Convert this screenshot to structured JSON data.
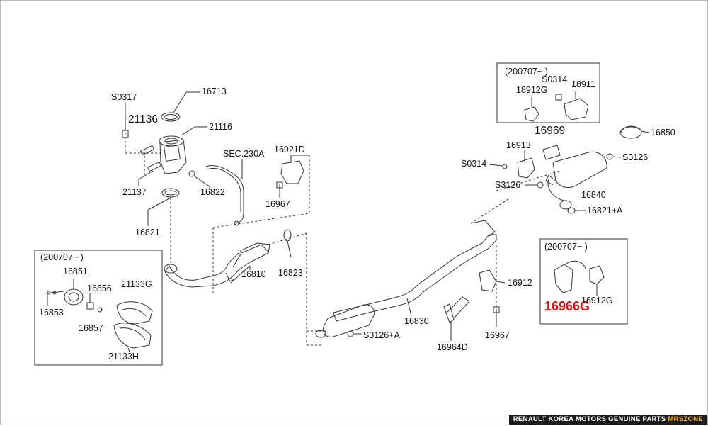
{
  "labels": {
    "p16713": "16713",
    "s0317": "S0317",
    "p21136": "21136",
    "p21116": "21116",
    "p21137": "21137",
    "p16822": "16822",
    "p16821": "16821",
    "sec230a": "SEC.230A",
    "p16921d": "16921D",
    "p16967a": "16967",
    "p16810": "16810",
    "p16823": "16823",
    "box1_date": "(200707~ )",
    "p16851": "16851",
    "p16856": "16856",
    "p21133g": "21133G",
    "p16853": "16853",
    "p16857": "16857",
    "p21133h": "21133H",
    "p16830": "16830",
    "s3126a": "S3126+A",
    "p16964d": "16964D",
    "p16967b": "16967",
    "p16912": "16912",
    "box2_date": "(200707~ )",
    "s0314a": "S0314",
    "p18912g": "18912G",
    "p18911": "18911",
    "p16969": "16969",
    "p16850": "16850",
    "p16913": "16913",
    "s0314b": "S0314",
    "s3126b": "S3126",
    "s3126c": "S3126",
    "p16840": "16840",
    "p16821a": "16821+A",
    "box3_date": "(200707~ )",
    "p16966g": "16966G",
    "p16912g": "16912G"
  },
  "footer": {
    "text": "RENAULT KOREA MOTORS GENUINE PARTS",
    "brand": "MRSZONE"
  },
  "colors": {
    "line": "#333333",
    "highlight": "#e01010",
    "footer_bg": "#1c1c1c",
    "brand": "#f0b020"
  }
}
